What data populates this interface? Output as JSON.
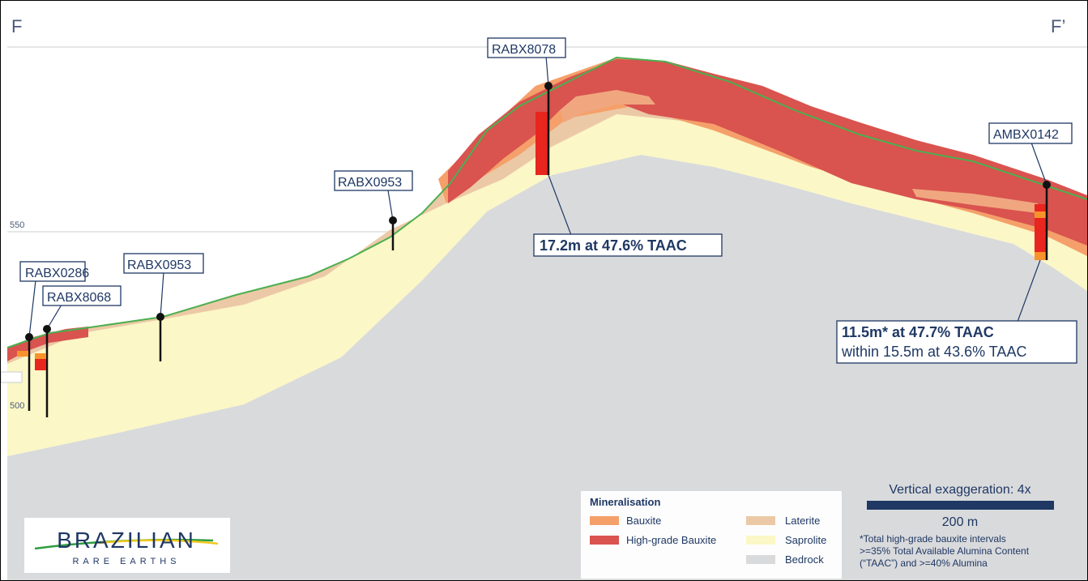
{
  "section": {
    "start_label": "F",
    "end_label": "F’",
    "elevations": [
      "550",
      "500"
    ]
  },
  "drillholes": [
    {
      "id": "RABX0286"
    },
    {
      "id": "RABX8068"
    },
    {
      "id": "RABX0953"
    },
    {
      "id": "RABX0953"
    },
    {
      "id": "RABX8078"
    },
    {
      "id": "AMBX0142"
    }
  ],
  "callouts": {
    "rabx8078": "17.2m at 47.6% TAAC",
    "ambx0142_primary": "11.5m* at 47.7% TAAC",
    "ambx0142_secondary": "within 15.5m at 43.6% TAAC"
  },
  "legend": {
    "title": "Mineralisation",
    "items": [
      {
        "label": "Bauxite",
        "color": "#f5a06a"
      },
      {
        "label": "High-grade Bauxite",
        "color": "#d9534f"
      },
      {
        "label": "Laterite",
        "color": "#ecc9a6"
      },
      {
        "label": "Saprolite",
        "color": "#fbf7c6"
      },
      {
        "label": "Bedrock",
        "color": "#d9dadc"
      }
    ]
  },
  "scale": {
    "title": "Vertical exaggeration: 4x",
    "length": "200 m"
  },
  "footnote": [
    "*Total high-grade bauxite intervals",
    ">=35% Total Available Alumina Content",
    "(“TAAC”) and >=40% Alumina"
  ],
  "logo": {
    "name": "BRAZILIAN",
    "tagline": "RARE EARTHS",
    "colors": {
      "navy": "#1f3864",
      "green": "#2e9e3f",
      "yellow": "#f2c81e"
    }
  },
  "colors": {
    "high_grade": "#d9534f",
    "bauxite": "#f5a06a",
    "laterite": "#ecc9a6",
    "saprolite": "#fbf7c6",
    "bedrock": "#d9dadc",
    "surface_line": "#4caf50",
    "intercept_red": "#e8251f",
    "intercept_orange": "#f7932a",
    "navy": "#1f3864"
  }
}
